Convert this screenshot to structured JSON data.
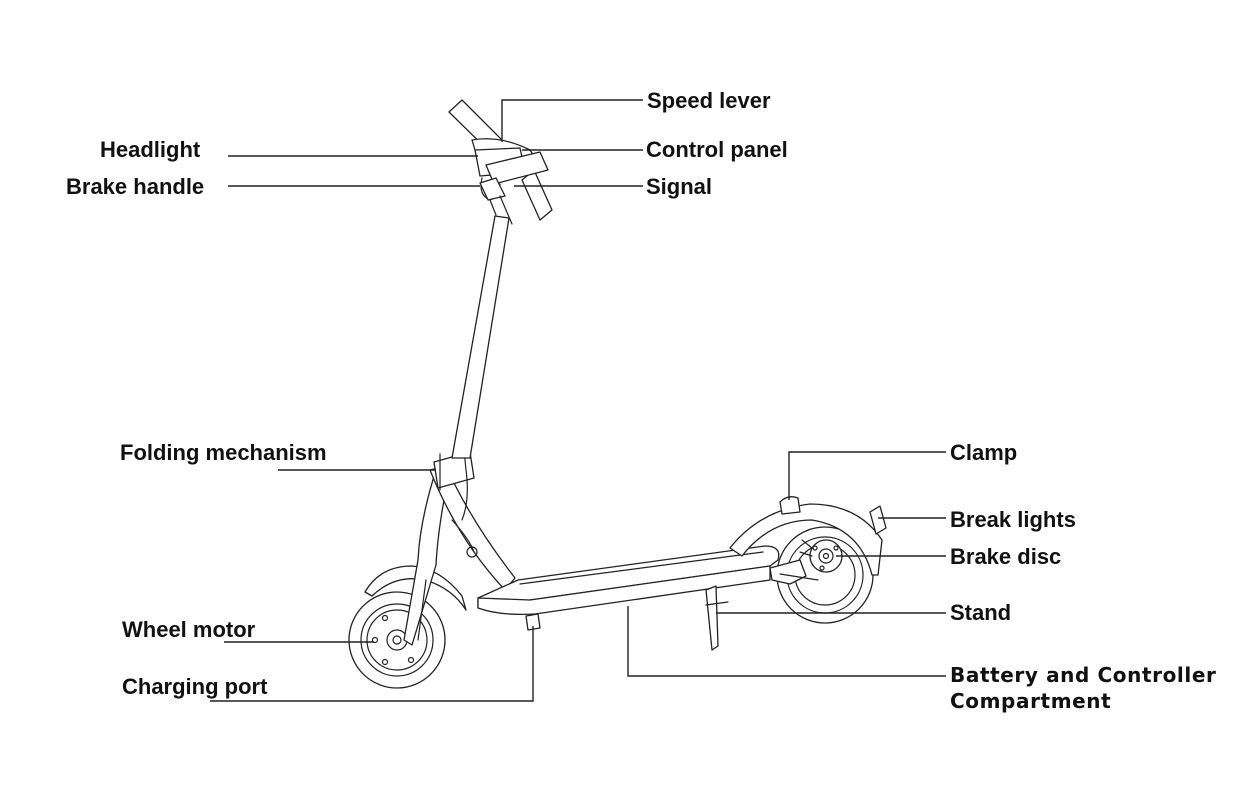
{
  "labels": {
    "speed_lever": "Speed lever",
    "headlight": "Headlight",
    "control_panel": "Control panel",
    "brake_handle": "Brake handle",
    "signal": "Signal",
    "folding_mechanism": "Folding mechanism",
    "clamp": "Clamp",
    "break_lights": "Break lights",
    "brake_disc": "Brake disc",
    "stand": "Stand",
    "wheel_motor": "Wheel motor",
    "charging_port": "Charging port",
    "battery_line1": "Battery and Controller",
    "battery_line2": "Compartment"
  },
  "colors": {
    "line": "#222222",
    "text": "#111111",
    "background": "#ffffff"
  }
}
